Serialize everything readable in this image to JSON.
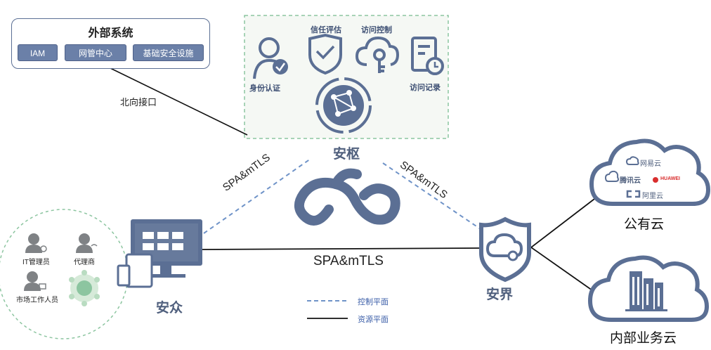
{
  "external_system": {
    "title": "外部系统",
    "items": [
      "IAM",
      "网管中心",
      "基础安全设施"
    ]
  },
  "northbound_label": "北向接口",
  "anshu": {
    "name": "安枢",
    "features": {
      "identity": "身份认证",
      "trust": "信任评估",
      "access_control": "访问控制",
      "access_log": "访问记录"
    }
  },
  "links": {
    "left": "SPA&mTLS",
    "right": "SPA&mTLS",
    "bottom": "SPA&mTLS"
  },
  "anzhong": {
    "name": "安众",
    "users": {
      "it_admin": "IT管理员",
      "agent": "代理商",
      "market_staff": "市场工作人员"
    }
  },
  "anjie": {
    "name": "安界"
  },
  "public_cloud": {
    "name": "公有云",
    "vendors": [
      "网易云",
      "腾讯云",
      "HUAWEI",
      "阿里云"
    ]
  },
  "internal_cloud": {
    "name": "内部业务云"
  },
  "legend": {
    "control_plane": "控制平面",
    "resource_plane": "资源平面"
  },
  "colors": {
    "icon_blue": "#5b6f94",
    "dashed_line": "#6f93c8",
    "panel_bg": "#f5f8f4",
    "green_circle": "#8cc5a0"
  }
}
